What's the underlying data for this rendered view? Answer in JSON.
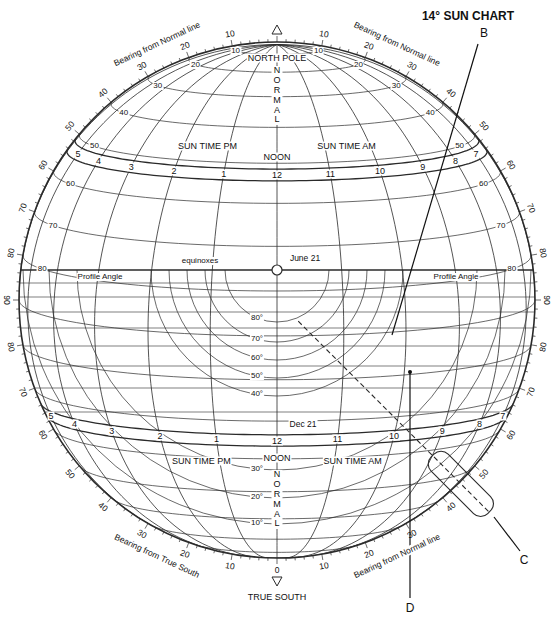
{
  "diagram": {
    "title": "14° SUN CHART",
    "labels": [
      "B",
      "C",
      "D",
      "NORTH POLE",
      "TRUE SOUTH",
      "Bearing from Normal line",
      "Bearing from Normal line",
      "Bearing from True South",
      "Bearing from Normal line",
      "10",
      "20",
      "30",
      "40",
      "50",
      "60",
      "70",
      "80",
      "90",
      "80",
      "70",
      "60",
      "50",
      "40",
      "30",
      "20",
      "10",
      "0",
      "10",
      "20",
      "30",
      "40",
      "50",
      "60",
      "70",
      "80",
      "90",
      "80",
      "70",
      "60",
      "50",
      "40",
      "30",
      "20",
      "10",
      "NORMAL",
      "NORMAL",
      "NOON",
      "NOON",
      "SUN TIME PM",
      "SUN TIME AM",
      "SUN TIME PM",
      "SUN TIME AM",
      "5",
      "4",
      "3",
      "2",
      "1",
      "12",
      "11",
      "10",
      "9",
      "8",
      "7",
      "5",
      "4",
      "3",
      "2",
      "1",
      "12",
      "11",
      "10",
      "9",
      "8",
      "7",
      "June 21",
      "Dec 21",
      "equinoxes",
      "Profile Angle",
      "Profile Angle",
      "80°",
      "70°",
      "60°",
      "50°",
      "40°",
      "30°",
      "20°",
      "10°",
      "10",
      "20",
      "30",
      "40",
      "50",
      "60",
      "70",
      "80",
      "10",
      "20",
      "30",
      "40",
      "50",
      "60",
      "70",
      "80"
    ]
  }
}
